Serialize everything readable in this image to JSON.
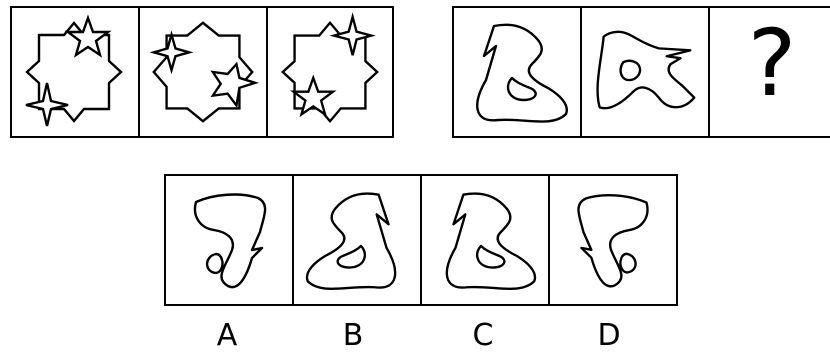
{
  "question_mark": "?",
  "options": [
    {
      "label": "A"
    },
    {
      "label": "B"
    },
    {
      "label": "C"
    },
    {
      "label": "D"
    }
  ],
  "colors": {
    "stroke": "#000000",
    "background": "#ffffff"
  }
}
